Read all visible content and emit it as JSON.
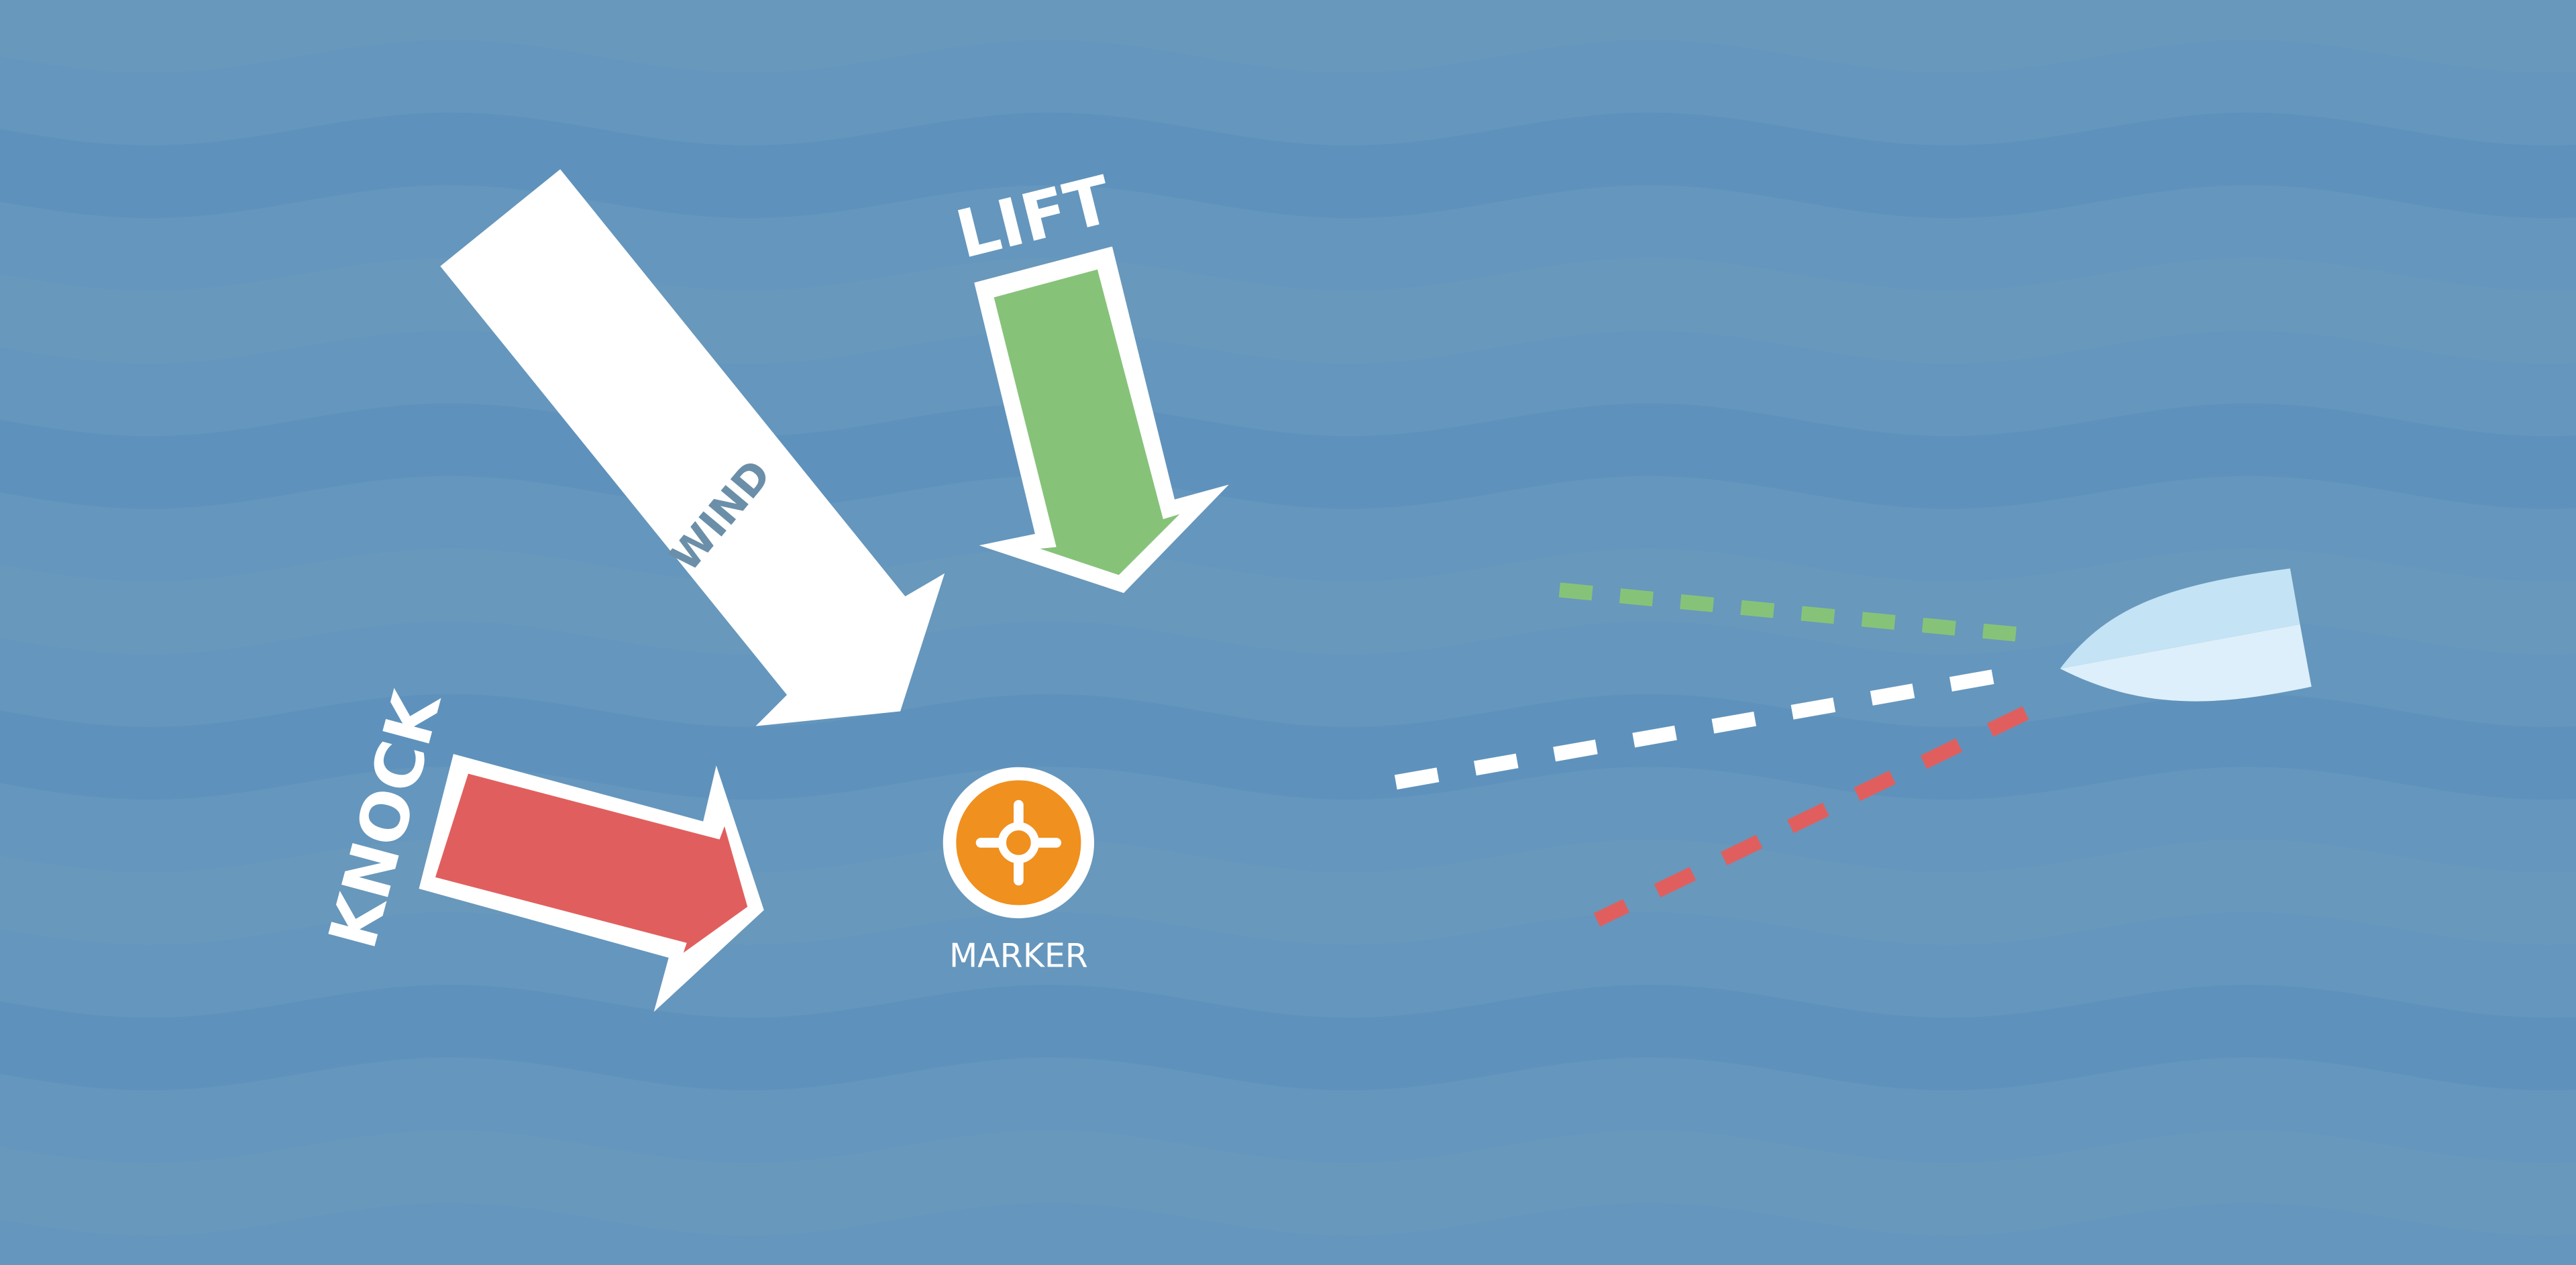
{
  "colors": {
    "water": "#6596bd",
    "wave_light": "#6c9aba",
    "wave_dark": "#5a8fbb",
    "wind_arrow": "#ffffff",
    "wind_text": "#6b8fa8",
    "lift": "#86c379",
    "knock": "#e05f5e",
    "marker": "#f0901e",
    "boat_top": "#c4e3f5",
    "boat_bottom": "#ddeffa",
    "white": "#ffffff"
  },
  "labels": {
    "wind": "WIND",
    "lift": "LIFT",
    "knock": "KNOCK",
    "marker": "MARKER"
  },
  "icons": {
    "marker": "crosshair-icon",
    "boat": "boat-icon"
  }
}
